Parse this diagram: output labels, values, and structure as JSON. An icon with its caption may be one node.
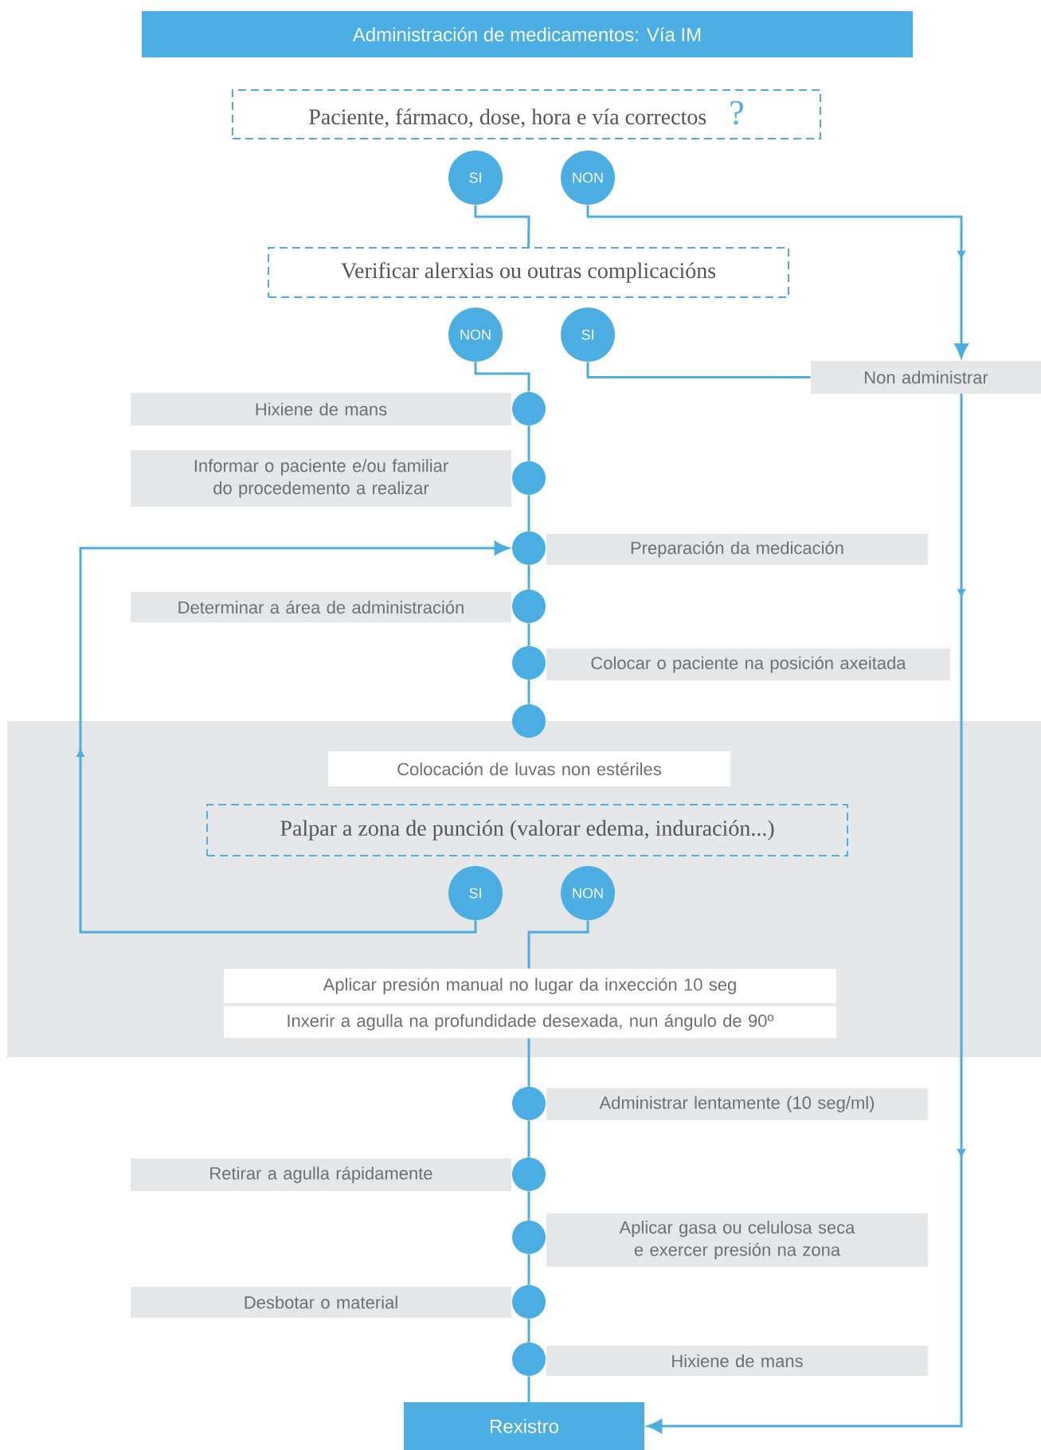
{
  "diagram": {
    "title": "Administración de medicamentos: Vía IM",
    "nodes": [
      {
        "text": [
          "Paciente, fármaco, dose, hora e vía correctos",
          "?"
        ]
      },
      {
        "text": [
          "SI"
        ]
      },
      {
        "text": [
          "NON"
        ]
      },
      {
        "text": [
          "Verificar alerxias ou outras complicacións"
        ]
      },
      {
        "text": [
          "NON"
        ]
      },
      {
        "text": [
          "SI"
        ]
      },
      {
        "text": [
          "Non administrar"
        ]
      },
      {
        "text": [
          "Hixiene de mans"
        ]
      },
      {
        "text": [],
        "shape": "circle"
      },
      {
        "text": [
          "Informar o paciente e/ou familiar do procedemento a realizar"
        ]
      },
      {
        "text": [],
        "shape": "circle"
      },
      {
        "text": [],
        "shape": "circle"
      },
      {
        "text": [
          "Preparación da medicación"
        ]
      },
      {
        "text": [
          "Determinar a área de administración"
        ]
      },
      {
        "text": [],
        "shape": "circle"
      },
      {
        "text": [],
        "shape": "circle"
      },
      {
        "text": [
          "Colocar o paciente na posición axeitada"
        ]
      },
      {
        "text": [],
        "shape": "circle"
      },
      {
        "text": [
          "Colocación de luvas non estériles"
        ]
      },
      {
        "text": [
          "Palpar a zona de punción (valorar edema, induración...)"
        ]
      },
      {
        "text": [
          "SI"
        ]
      },
      {
        "text": [
          "NON"
        ]
      },
      {
        "text": [
          "Aplicar presión manual no lugar da inxección 10 seg"
        ]
      },
      {
        "text": [
          "Inxerir a agulla na profundidade desexada, nun ángulo de 90º"
        ]
      },
      {
        "text": [],
        "shape": "circle"
      },
      {
        "text": [
          "Administrar lentamente (10 seg/ml)"
        ]
      },
      {
        "text": [
          "Retirar a agulla rápidamente"
        ]
      },
      {
        "text": [],
        "shape": "circle"
      },
      {
        "text": [],
        "shape": "circle"
      },
      {
        "text": [
          "Aplicar gasa ou celulosa seca e exercer presión na zona"
        ]
      },
      {
        "text": [
          "Desbotar o material"
        ]
      },
      {
        "text": [],
        "shape": "circle"
      },
      {
        "text": [],
        "shape": "circle"
      },
      {
        "text": [
          "Hixiene de mans"
        ]
      },
      {
        "text": [
          "Rexistro"
        ]
      }
    ],
    "edges": [
      {
        "from": 1,
        "to": 3,
        "arrow": "none"
      },
      {
        "from": 2,
        "to": 6,
        "arrow": "to"
      },
      {
        "from": 4,
        "to": 8,
        "arrow": "none"
      },
      {
        "from": 5,
        "to": 6,
        "arrow": "none"
      },
      {
        "from": 6,
        "to": 34,
        "arrow": "to"
      },
      {
        "from": 8,
        "to": 10,
        "arrow": "none"
      },
      {
        "from": 10,
        "to": 11,
        "arrow": "none"
      },
      {
        "from": 11,
        "to": 14,
        "arrow": "none"
      },
      {
        "from": 14,
        "to": 15,
        "arrow": "none"
      },
      {
        "from": 15,
        "to": 17,
        "arrow": "none"
      },
      {
        "from": 20,
        "to": 11,
        "arrow": "to"
      },
      {
        "from": 21,
        "to": 22,
        "arrow": "none"
      },
      {
        "from": 23,
        "to": 24,
        "arrow": "none"
      },
      {
        "from": 24,
        "to": 27,
        "arrow": "none"
      },
      {
        "from": 27,
        "to": 28,
        "arrow": "none"
      },
      {
        "from": 28,
        "to": 31,
        "arrow": "none"
      },
      {
        "from": 31,
        "to": 32,
        "arrow": "none"
      },
      {
        "from": 32,
        "to": 34,
        "arrow": "none"
      }
    ]
  }
}
